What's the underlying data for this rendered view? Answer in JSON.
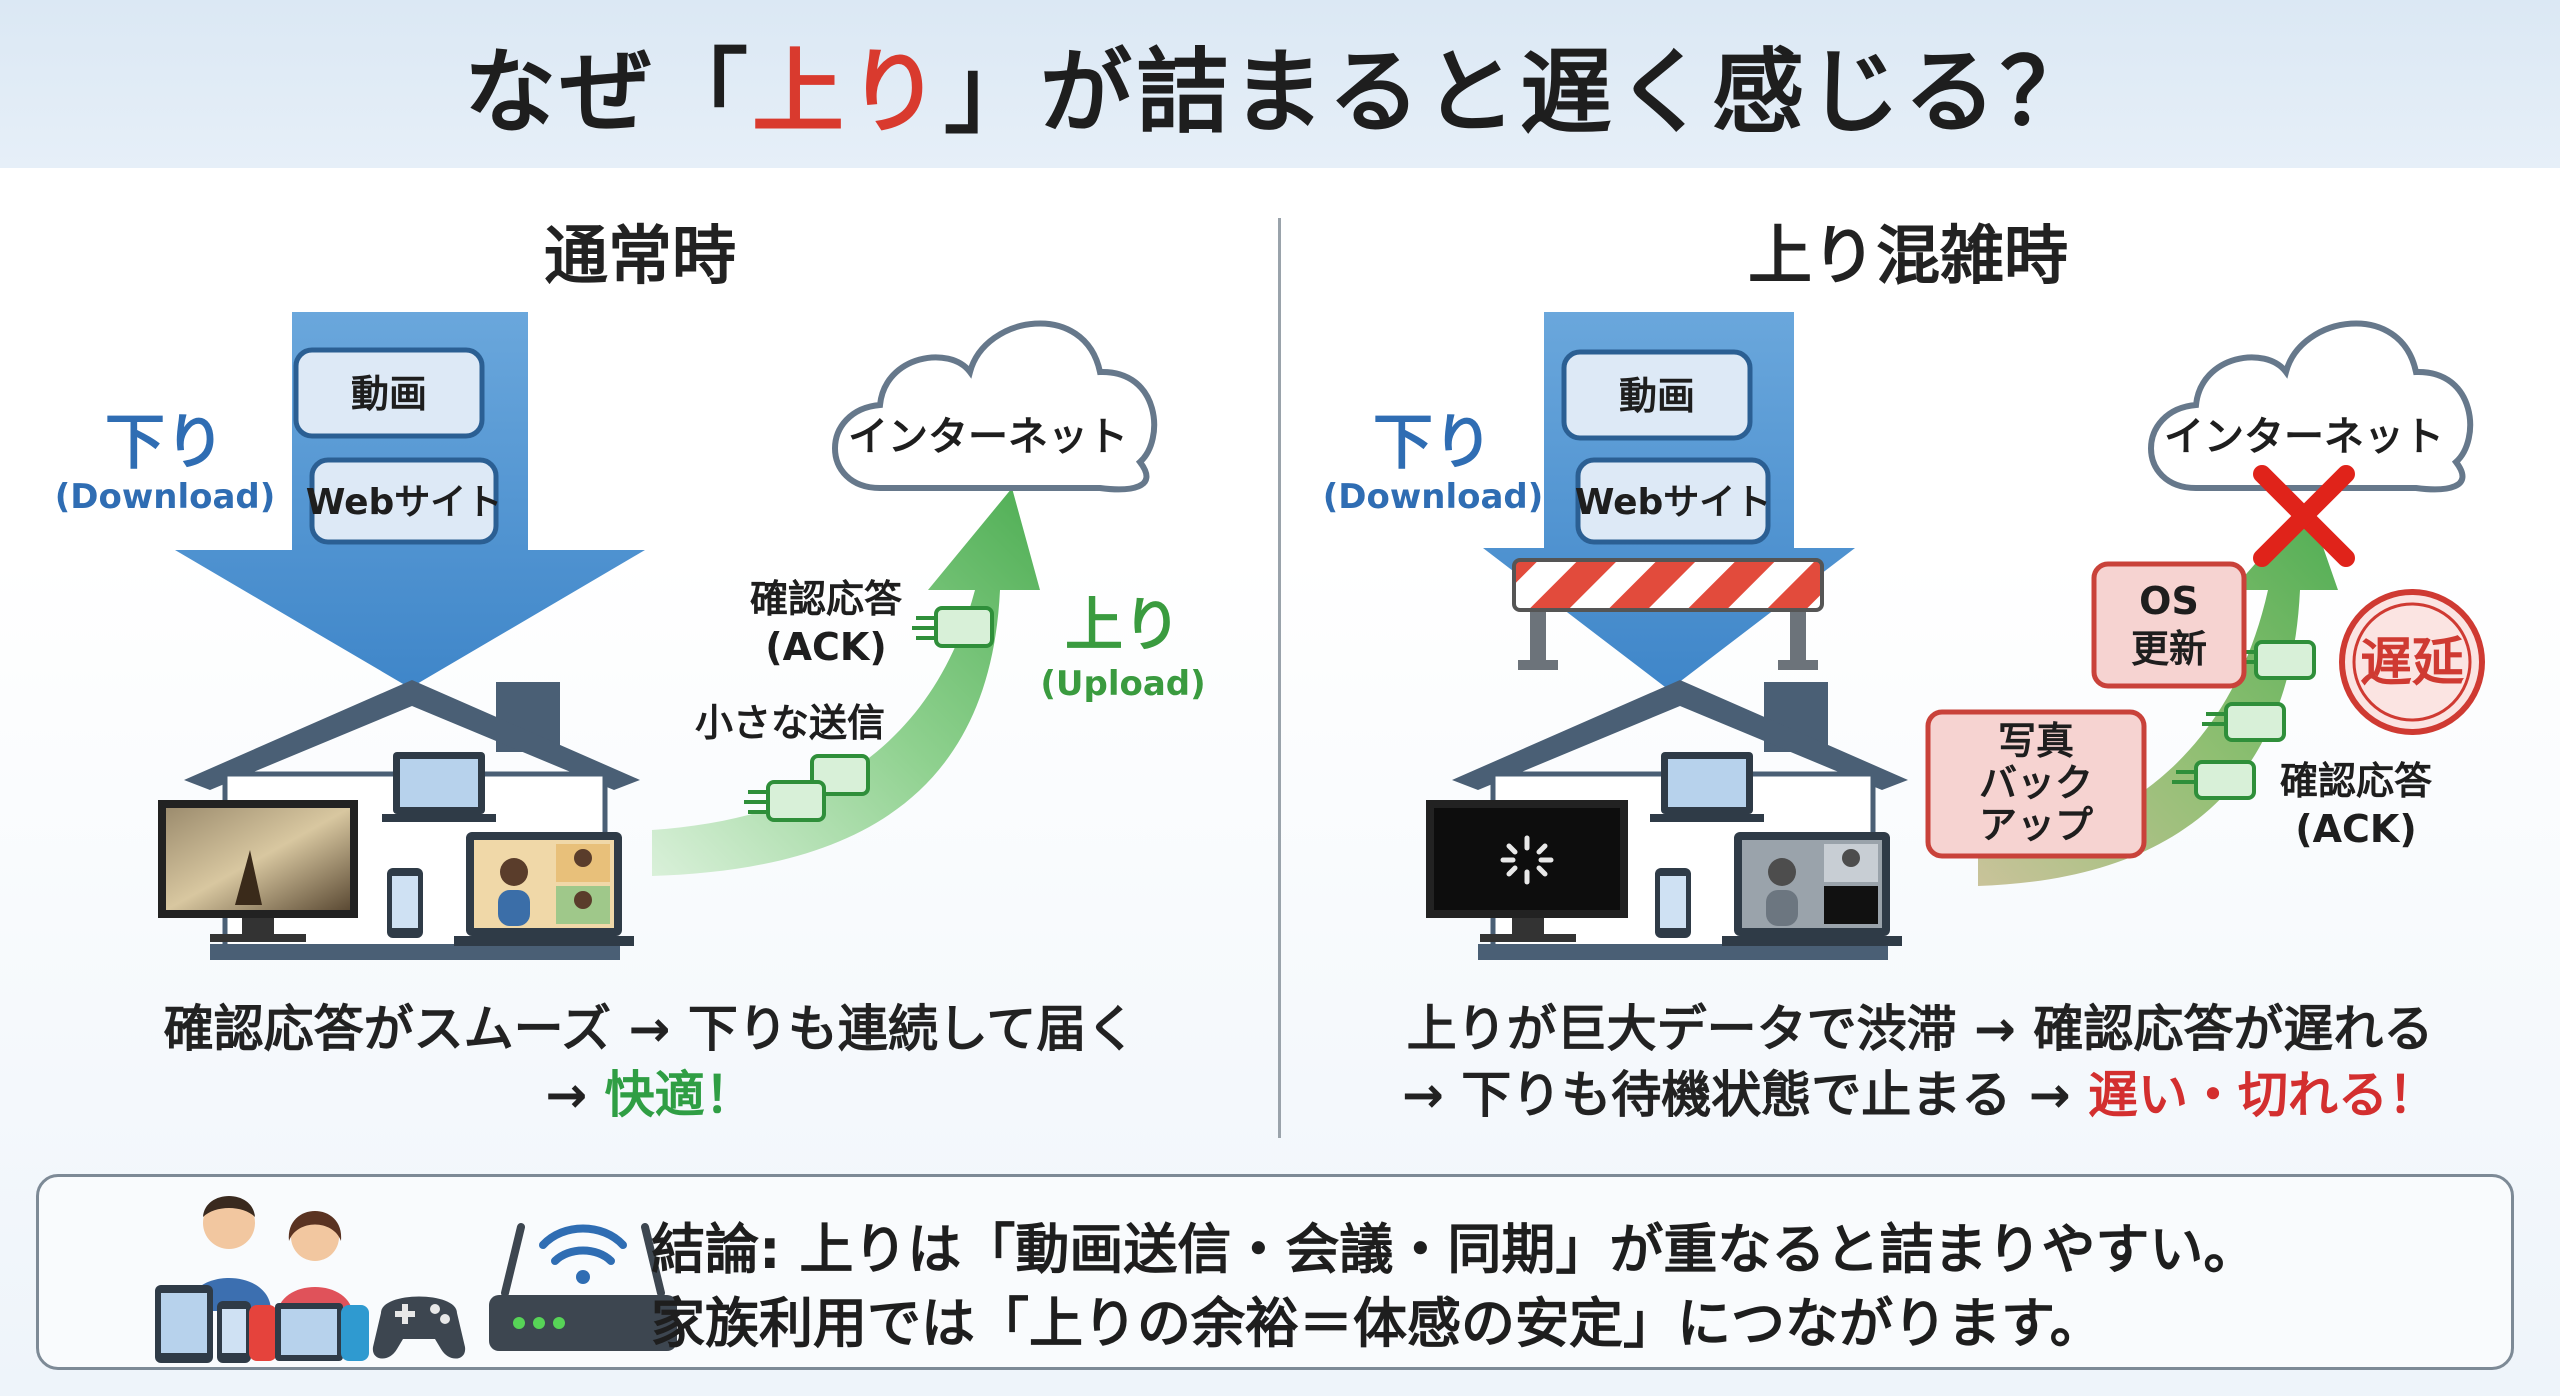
{
  "title": {
    "prefix": "なぜ「",
    "highlight": "上り",
    "suffix": "」が詰まると遅く感じる？",
    "highlight_color": "#d93a2e"
  },
  "left": {
    "heading": "通常時",
    "down_label": "下り",
    "down_sub": "(Download)",
    "down_items": [
      "動画",
      "Webサイト"
    ],
    "internet": "インターネット",
    "ack_label_1": "確認応答",
    "ack_label_2": "(ACK)",
    "small_send": "小さな送信",
    "up_label": "上り",
    "up_sub": "(Upload)",
    "caption_line1": "確認応答がスムーズ → 下りも連続して届く",
    "caption_line2_prefix": "→ ",
    "caption_line2_highlight": "快適！"
  },
  "right": {
    "heading": "上り混雑時",
    "down_label": "下り",
    "down_sub": "(Download)",
    "down_items": [
      "動画",
      "Webサイト"
    ],
    "internet": "インターネット",
    "os_box_1": "OS",
    "os_box_2": "更新",
    "photo_box_1": "写真",
    "photo_box_2": "バック",
    "photo_box_3": "アップ",
    "delay_stamp": "遅延",
    "ack_label_1": "確認応答",
    "ack_label_2": "(ACK)",
    "caption_line1": "上りが巨大データで渋滞 → 確認応答が遅れる",
    "caption_line2_prefix": "→ 下りも待機状態で止まる → ",
    "caption_line2_highlight": "遅い・切れる！"
  },
  "conclusion": {
    "line1": "結論: 上りは「動画送信・会議・同期」が重なると詰まりやすい。",
    "line2": "家族利用では「上りの余裕＝体感の安定」につながります。"
  },
  "colors": {
    "download_blue": "#5b9bd5",
    "upload_green": "#5cb85c",
    "alert_red": "#d32f2f"
  },
  "icons": [
    "cloud-icon",
    "house-icon",
    "tv-icon",
    "laptop-icon",
    "phone-icon",
    "ack-packet-icon",
    "barrier-icon",
    "x-mark-icon",
    "loading-spinner-icon",
    "family-icon",
    "router-icon",
    "game-controller-icon"
  ]
}
